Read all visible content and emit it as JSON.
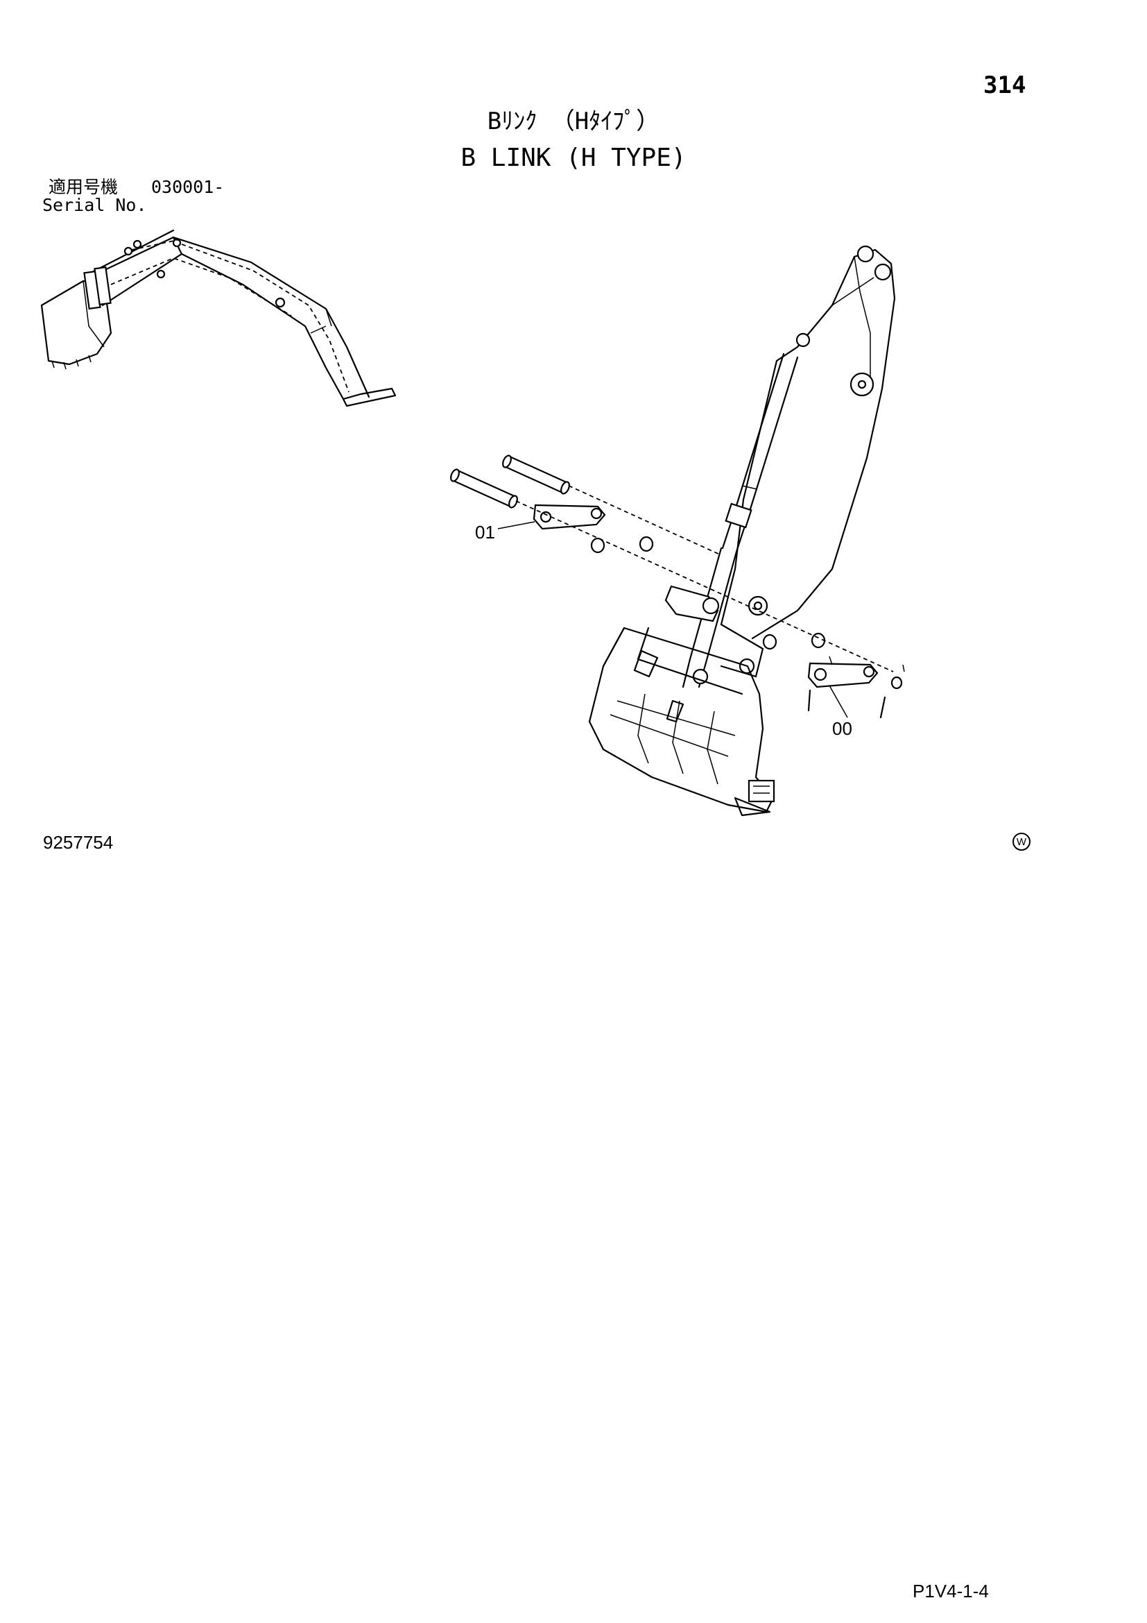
{
  "page": {
    "page_number": "314",
    "title_jp": "Bﾘﾝｸ （Hﾀｲﾌﾟ）",
    "title_en": "B LINK (H TYPE)",
    "serial_label_jp": "適用号機",
    "serial_value": "030001-",
    "serial_label_en": "Serial No.",
    "drawing_number": "9257754",
    "mark": "W",
    "footer_code": "P1V4-1-4"
  },
  "callouts": [
    {
      "label": "01"
    },
    {
      "label": "00"
    }
  ],
  "icons": {
    "overview": "excavator-front-attachment-overview",
    "main": "excavator-arm-bucket-b-link-exploded-view"
  }
}
